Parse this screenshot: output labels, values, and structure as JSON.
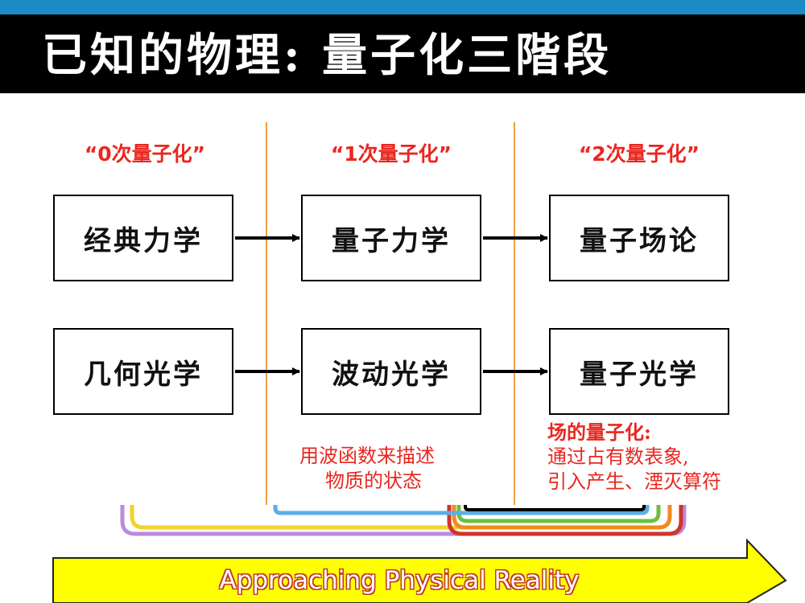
{
  "title": "已知的物理: 量子化三階段",
  "stages": [
    {
      "label": "“0次量子化”"
    },
    {
      "label": "“1次量子化”"
    },
    {
      "label": "“2次量子化”"
    }
  ],
  "rows": [
    {
      "boxes": [
        "经典力学",
        "量子力学",
        "量子场论"
      ]
    },
    {
      "boxes": [
        "几何光学",
        "波动光学",
        "量子光学"
      ]
    }
  ],
  "note_first_quantization": {
    "line1": "用波函数来描述",
    "line2": "物质的状态"
  },
  "note_second_quantization": {
    "heading": "场的量子化:",
    "line1": "通过占有数表象,",
    "line2": "引入产生、湮灭算符"
  },
  "banner": {
    "text": "Approaching Physical Reality",
    "color": "#ffff00"
  },
  "colors": {
    "top_strip": "#1a8bc4",
    "title_bar": "#000000",
    "accent_red": "#e8271f",
    "divider": "#f0a040",
    "arc_blue": "#5aaee6",
    "arc_green": "#6fc03c",
    "arc_yellow": "#f2d22c",
    "arc_orange": "#f08a1e",
    "arc_red": "#d2332a",
    "arc_purple": "#b98bdc"
  }
}
